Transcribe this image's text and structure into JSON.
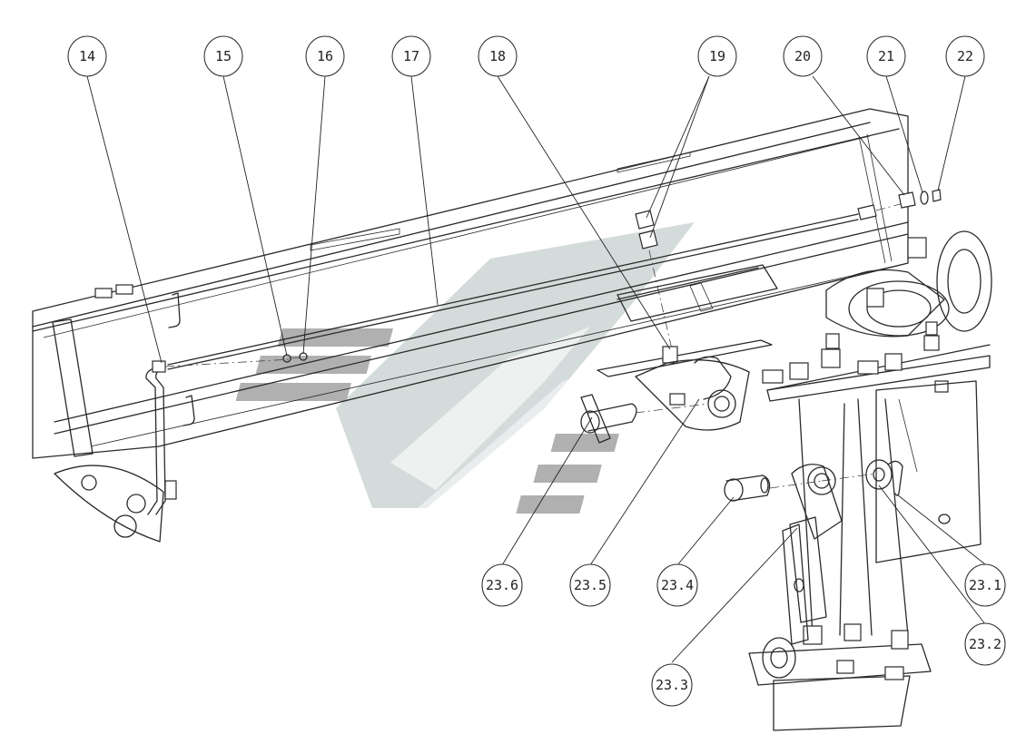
{
  "diagram": {
    "callouts": [
      {
        "id": "c14",
        "label": "14"
      },
      {
        "id": "c15",
        "label": "15"
      },
      {
        "id": "c16",
        "label": "16"
      },
      {
        "id": "c17",
        "label": "17"
      },
      {
        "id": "c18",
        "label": "18"
      },
      {
        "id": "c19",
        "label": "19"
      },
      {
        "id": "c20",
        "label": "20"
      },
      {
        "id": "c21",
        "label": "21"
      },
      {
        "id": "c22",
        "label": "22"
      },
      {
        "id": "c23_6",
        "label": "23.6"
      },
      {
        "id": "c23_5",
        "label": "23.5"
      },
      {
        "id": "c23_4",
        "label": "23.4"
      },
      {
        "id": "c23_1",
        "label": "23.1"
      },
      {
        "id": "c23_2",
        "label": "23.2"
      },
      {
        "id": "c23_3",
        "label": "23.3"
      }
    ],
    "colors": {
      "line": "#2a2a2a",
      "watermark_light": "#c9d3d2",
      "watermark_dark": "#9a9a9a"
    }
  }
}
